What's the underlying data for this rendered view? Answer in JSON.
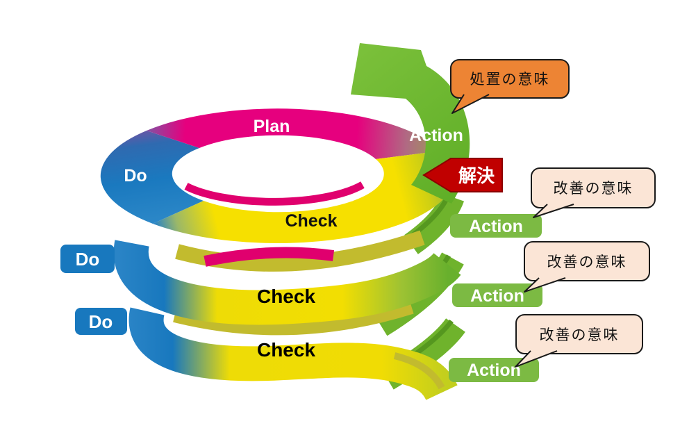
{
  "diagram": {
    "ring_labels": {
      "plan": "Plan",
      "do": "Do",
      "check": "Check",
      "action": "Action"
    },
    "lower_checks": [
      "Check",
      "Check"
    ],
    "do_tags": [
      "Do",
      "Do"
    ],
    "action_tags": [
      "Action",
      "Action",
      "Action"
    ],
    "solution_tag": "解決",
    "callouts": {
      "treatment": "処置の意味",
      "improvements": [
        "改善の意味",
        "改善の意味",
        "改善の意味"
      ]
    },
    "colors": {
      "plan_pink": "#E6007E",
      "do_blue": "#1878BE",
      "check_yellow": "#F5DF00",
      "action_green": "#6EB42E",
      "label_green": "#7CBA43",
      "solution_red": "#C00000",
      "callout_orange": "#ED8434",
      "callout_peach": "#FBE5D6",
      "band_olive": "#C2BB2E"
    }
  }
}
